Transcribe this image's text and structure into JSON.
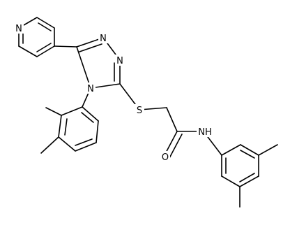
{
  "molecule": {
    "atoms": {
      "pyridine_n": "N",
      "triazole_n1": "N",
      "triazole_n2": "N",
      "triazole_n4": "N",
      "thioether_s": "S",
      "carbonyl_o": "O",
      "amide_nh": "NH"
    }
  }
}
